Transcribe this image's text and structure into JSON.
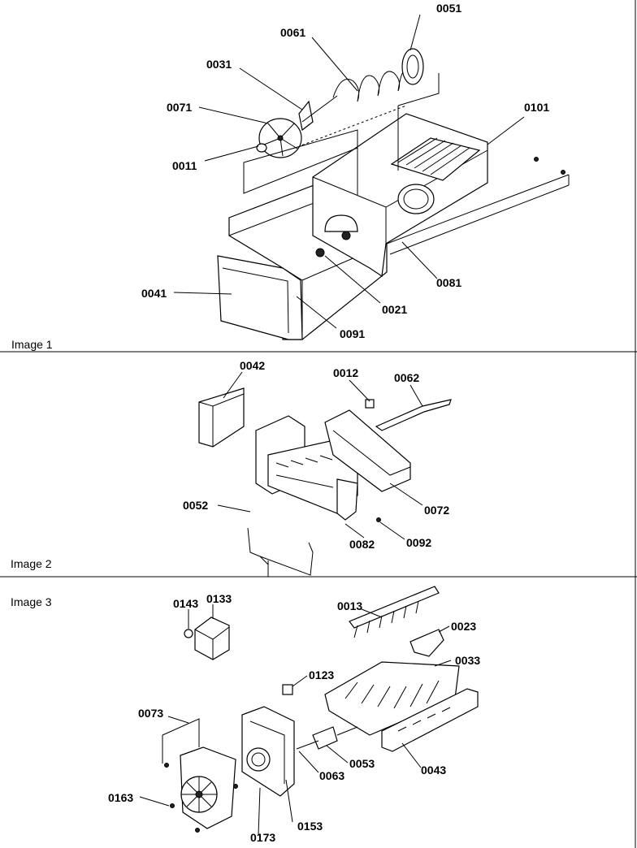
{
  "panels": [
    {
      "label": "Image 1",
      "callouts": [
        {
          "id": "0051",
          "text": "0051"
        },
        {
          "id": "0061",
          "text": "0061"
        },
        {
          "id": "0031",
          "text": "0031"
        },
        {
          "id": "0071",
          "text": "0071"
        },
        {
          "id": "0101",
          "text": "0101"
        },
        {
          "id": "0011",
          "text": "0011"
        },
        {
          "id": "0041",
          "text": "0041"
        },
        {
          "id": "0021",
          "text": "0021"
        },
        {
          "id": "0081",
          "text": "0081"
        },
        {
          "id": "0091",
          "text": "0091"
        }
      ]
    },
    {
      "label": "Image 2",
      "callouts": [
        {
          "id": "0042",
          "text": "0042"
        },
        {
          "id": "0012",
          "text": "0012"
        },
        {
          "id": "0062",
          "text": "0062"
        },
        {
          "id": "0052",
          "text": "0052"
        },
        {
          "id": "0072",
          "text": "0072"
        },
        {
          "id": "0082",
          "text": "0082"
        },
        {
          "id": "0092",
          "text": "0092"
        }
      ]
    },
    {
      "label": "Image 3",
      "callouts": [
        {
          "id": "0143",
          "text": "0143"
        },
        {
          "id": "0133",
          "text": "0133"
        },
        {
          "id": "0013",
          "text": "0013"
        },
        {
          "id": "0023",
          "text": "0023"
        },
        {
          "id": "0033",
          "text": "0033"
        },
        {
          "id": "0123",
          "text": "0123"
        },
        {
          "id": "0073",
          "text": "0073"
        },
        {
          "id": "0053",
          "text": "0053"
        },
        {
          "id": "0063",
          "text": "0063"
        },
        {
          "id": "0043",
          "text": "0043"
        },
        {
          "id": "0163",
          "text": "0163"
        },
        {
          "id": "0153",
          "text": "0153"
        },
        {
          "id": "0173",
          "text": "0173"
        }
      ]
    }
  ]
}
